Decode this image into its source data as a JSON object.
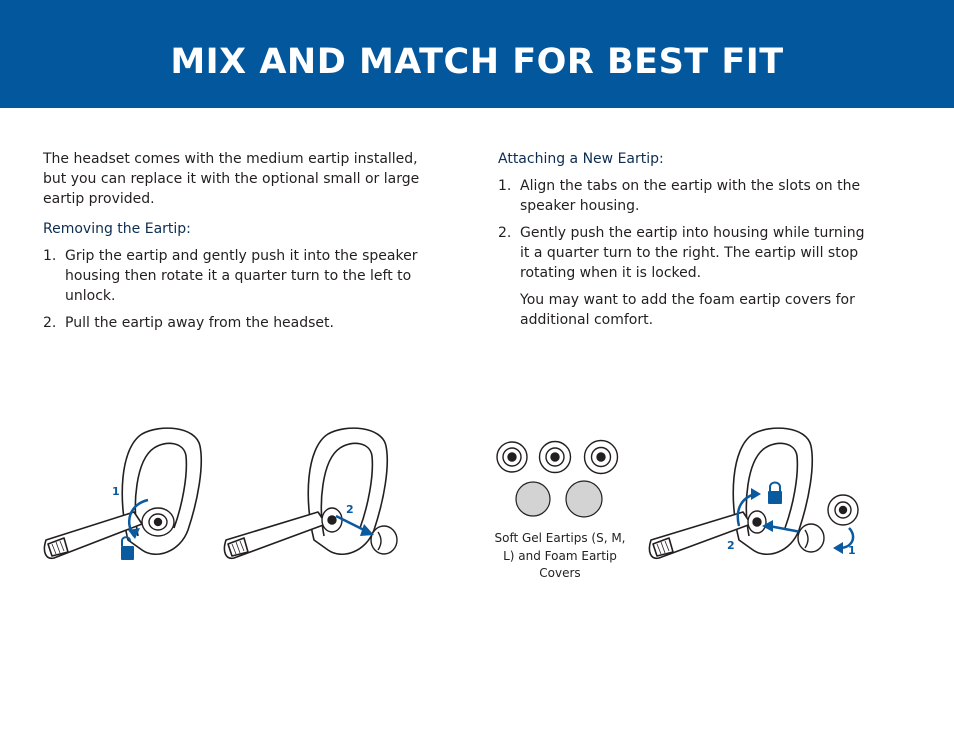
{
  "header": {
    "title": "MIX AND MATCH FOR BEST FIT"
  },
  "left": {
    "intro": "The headset comes with the medium eartip installed, but you can replace it with the optional small or large eartip provided.",
    "removing_heading": "Removing the Eartip:",
    "steps": [
      {
        "num": "1.",
        "text": "Grip the eartip and gently push it into the speaker housing then rotate it a quarter turn to the left to unlock."
      },
      {
        "num": "2.",
        "text": "Pull the eartip away from the headset."
      }
    ]
  },
  "right": {
    "attaching_heading": "Attaching a New Eartip:",
    "steps": [
      {
        "num": "1.",
        "text": "Align the tabs on the eartip with the slots on the speaker housing."
      },
      {
        "num": "2.",
        "text": "Gently push the eartip into housing while turning it a quarter turn to the right. The eartip will stop rotating when it is locked."
      }
    ],
    "note": "You may want to add the foam eartip covers for additional comfort."
  },
  "figures": {
    "unlock_step_label": "1",
    "remove_step_label": "2",
    "attach_align_label": "1",
    "attach_lock_label": "2",
    "eartips_caption": "Soft Gel Eartips (S, M, L) and Foam Eartip Covers"
  },
  "colors": {
    "banner": "#03579d",
    "accent": "#0a5aa0",
    "foam_cover": "#d3d3d3"
  },
  "icons": [
    "unlocked-padlock-icon",
    "locked-padlock-icon",
    "rotate-left-arrow-icon",
    "rotate-right-arrow-icon",
    "pull-arrow-icon",
    "push-arrow-icon"
  ]
}
